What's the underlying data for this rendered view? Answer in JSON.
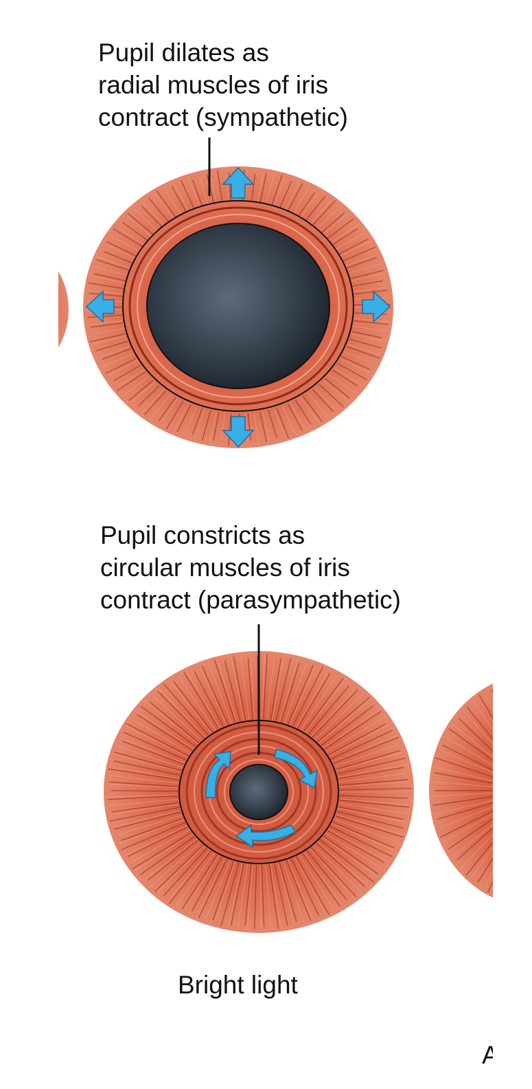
{
  "labels": {
    "dilation": "Pupil dilates as\nradial muscles of iris\ncontract (sympathetic)",
    "constriction": "Pupil constricts as\ncircular muscles of iris\ncontract (parasympathetic)"
  },
  "caption": "Bright light",
  "corner_glyph": "A",
  "colors": {
    "iris": "#d9654a",
    "iris_dark": "#8f2c18",
    "iris_light": "#f2a48c",
    "pupil": "#2f3945",
    "arrow": "#3aaee6",
    "line": "#111111"
  },
  "icons": {
    "dilation_arrows": "arrow-outward-icon",
    "constriction_arrows": "arrow-circular-icon"
  }
}
